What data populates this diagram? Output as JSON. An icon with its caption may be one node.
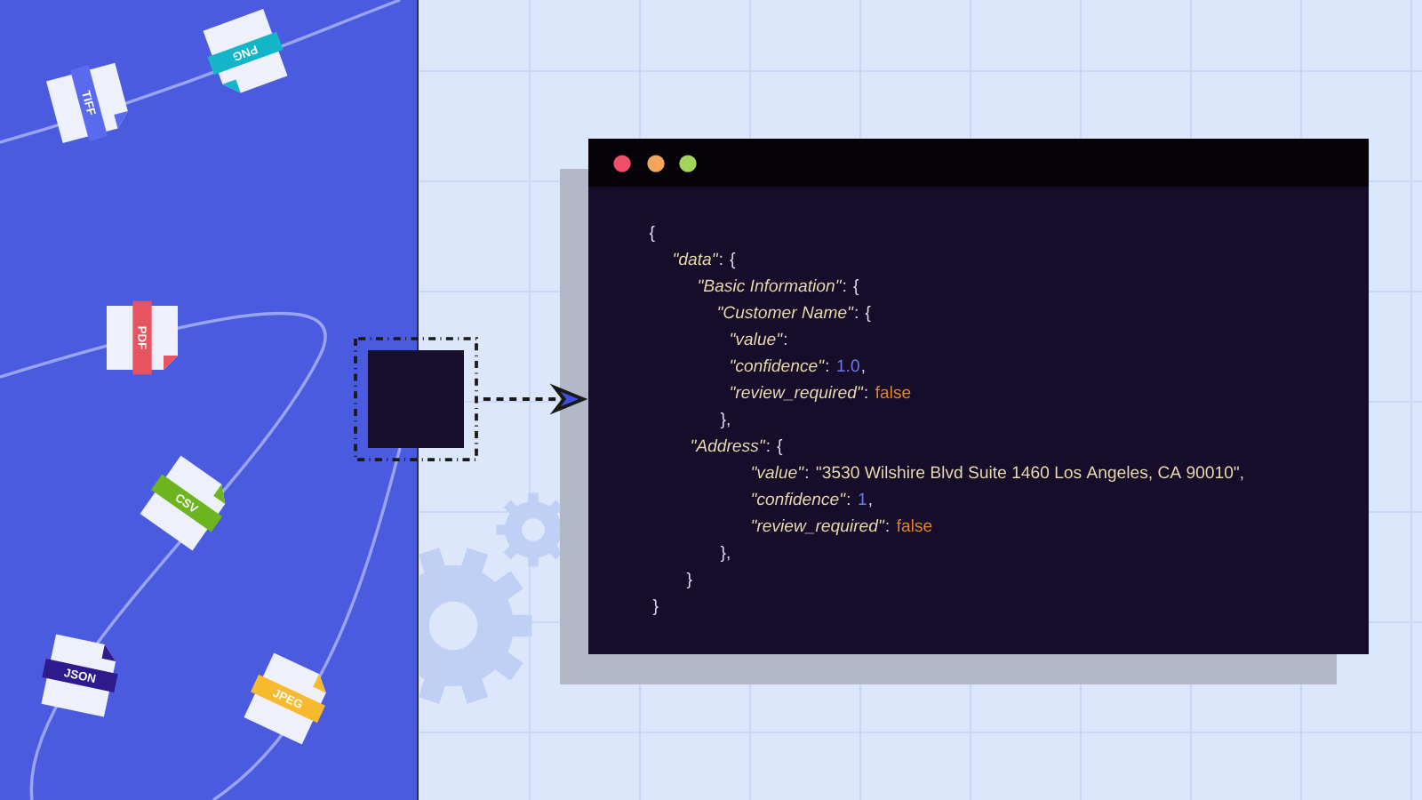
{
  "diagram": {
    "nodes": [
      {
        "text": [],
        "shape": "box"
      },
      {
        "text": [],
        "shape": "box"
      }
    ],
    "edges": [
      {
        "from": 0,
        "to": 1,
        "arrow": "to",
        "style": "dashed"
      }
    ],
    "labels": [
      "TIFF",
      "PNG",
      "PDF",
      "CSV",
      "JSON",
      "JPEG",
      "{",
      "\"data\"",
      ": {",
      "\"Basic Information\"",
      ": {",
      "\"Customer Name\"",
      ": {",
      "\"value\"",
      ":",
      "\"confidence\"",
      ":",
      "1.0",
      ",",
      "\"review_required\"",
      ":",
      "false",
      "},",
      "\"Address\"",
      ": {",
      "\"value\"",
      ":",
      "\"3530 Wilshire Blvd Suite 1460 Los Angeles, CA 90010\",",
      "\"confidence\"",
      ":",
      "1",
      ",",
      "\"review_required\"",
      ":",
      "false",
      "},",
      "}",
      "}"
    ]
  }
}
